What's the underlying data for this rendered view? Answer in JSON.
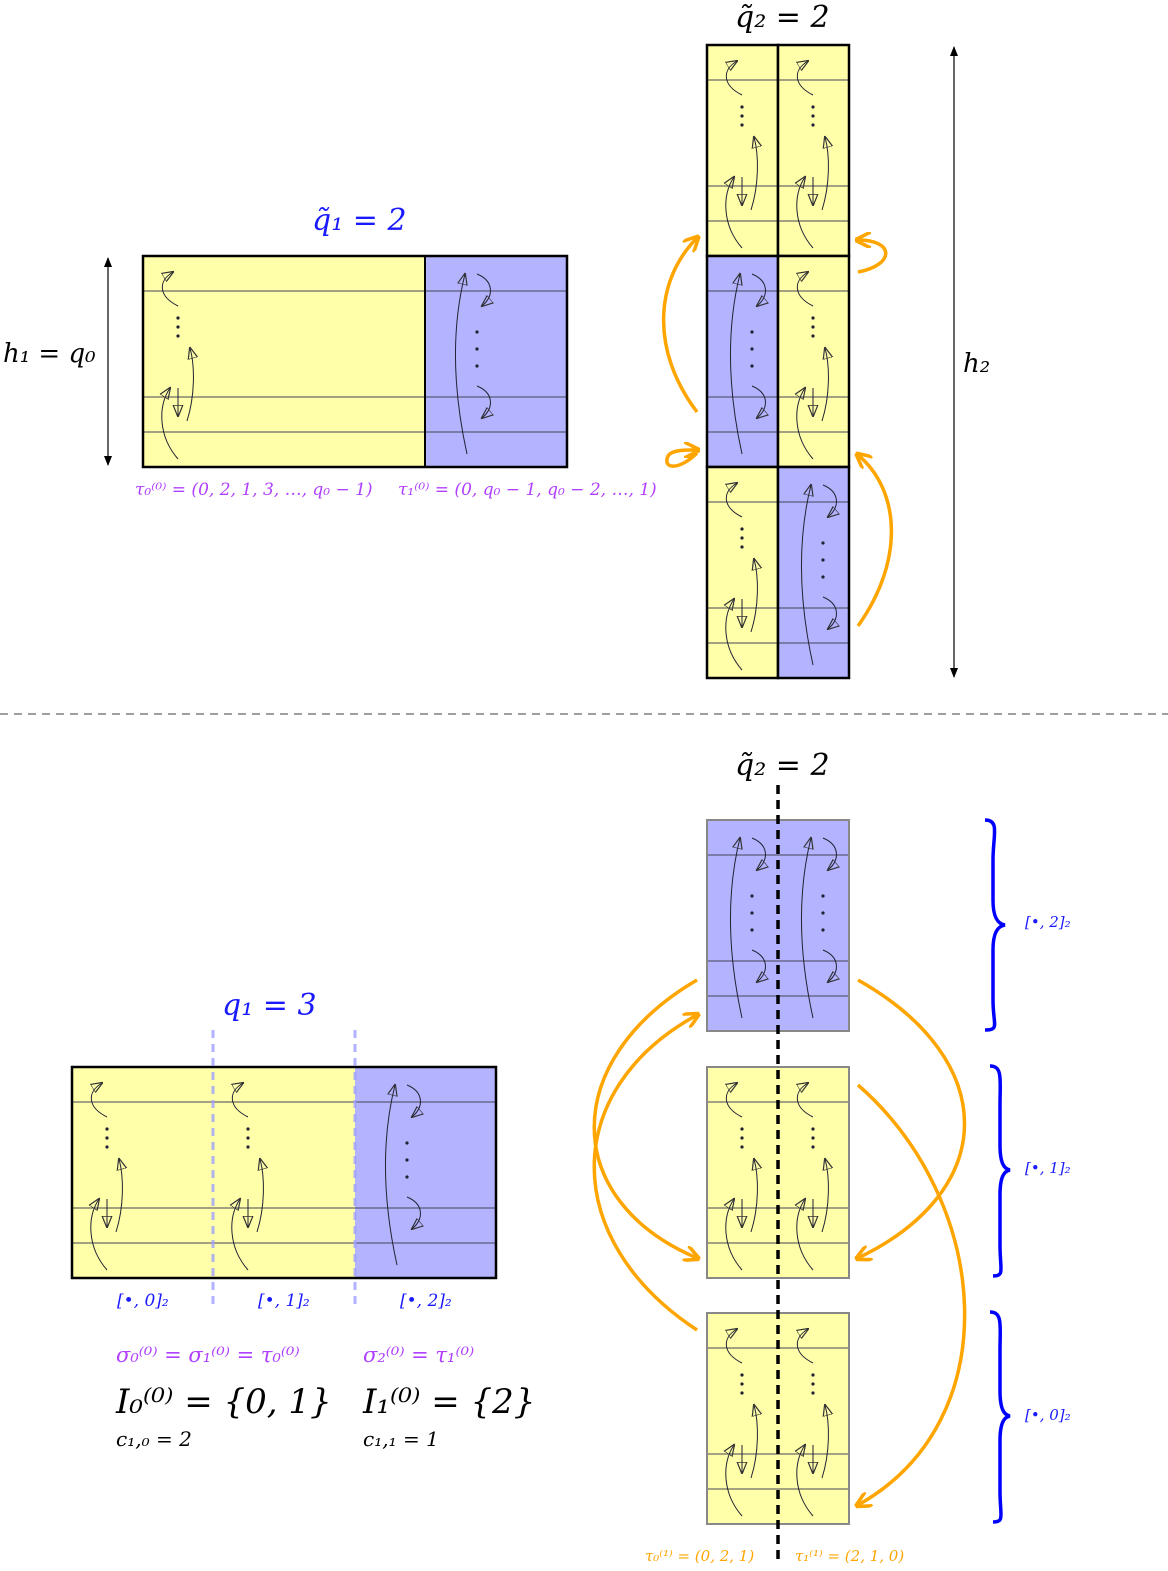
{
  "colors": {
    "yellow": "#ffffaa",
    "blue": "#b3b3ff",
    "orange": "#ffa500",
    "purple": "#b040ff",
    "label_blue": "#1a1aff",
    "brace_blue": "#0000ff"
  },
  "top": {
    "q1_label": "q̃₁ = 2",
    "h1_label": "h₁ = q₀",
    "q2_label": "q̃₂ = 2",
    "h2_label": "h₂",
    "tau0_label": "τ₀⁽⁰⁾ = (0, 2, 1, 3, …, q₀ − 1)",
    "tau1_label": "τ₁⁽⁰⁾ = (0, q₀ − 1, q₀ − 2, …, 1)",
    "wide_blocks": [
      "Y",
      "B"
    ],
    "stack_rows": [
      [
        "Y",
        "Y"
      ],
      [
        "B",
        "Y"
      ],
      [
        "Y",
        "B"
      ]
    ]
  },
  "bottom": {
    "q1_label": "q₁ = 3",
    "q2_label": "q̃₂ = 2",
    "col_labels": [
      "[•, 0]₂",
      "[•, 1]₂",
      "[•, 2]₂"
    ],
    "sigma_left": "σ₀⁽⁰⁾ = σ₁⁽⁰⁾ = τ₀⁽⁰⁾",
    "sigma_right": "σ₂⁽⁰⁾ = τ₁⁽⁰⁾",
    "I0": "I₀⁽⁰⁾ = {0, 1}",
    "I1": "I₁⁽⁰⁾ = {2}",
    "c10": "c₁,₀ = 2",
    "c11": "c₁,₁ = 1",
    "stack_rows": [
      [
        "B",
        "B"
      ],
      [
        "Y",
        "Y"
      ],
      [
        "Y",
        "Y"
      ]
    ],
    "brace_labels": [
      "[•, 2]₂",
      "[•, 1]₂",
      "[•, 0]₂"
    ],
    "tau0_label": "τ₀⁽¹⁾ = (0, 2, 1)",
    "tau1_label": "τ₁⁽¹⁾ = (2, 1, 0)"
  }
}
